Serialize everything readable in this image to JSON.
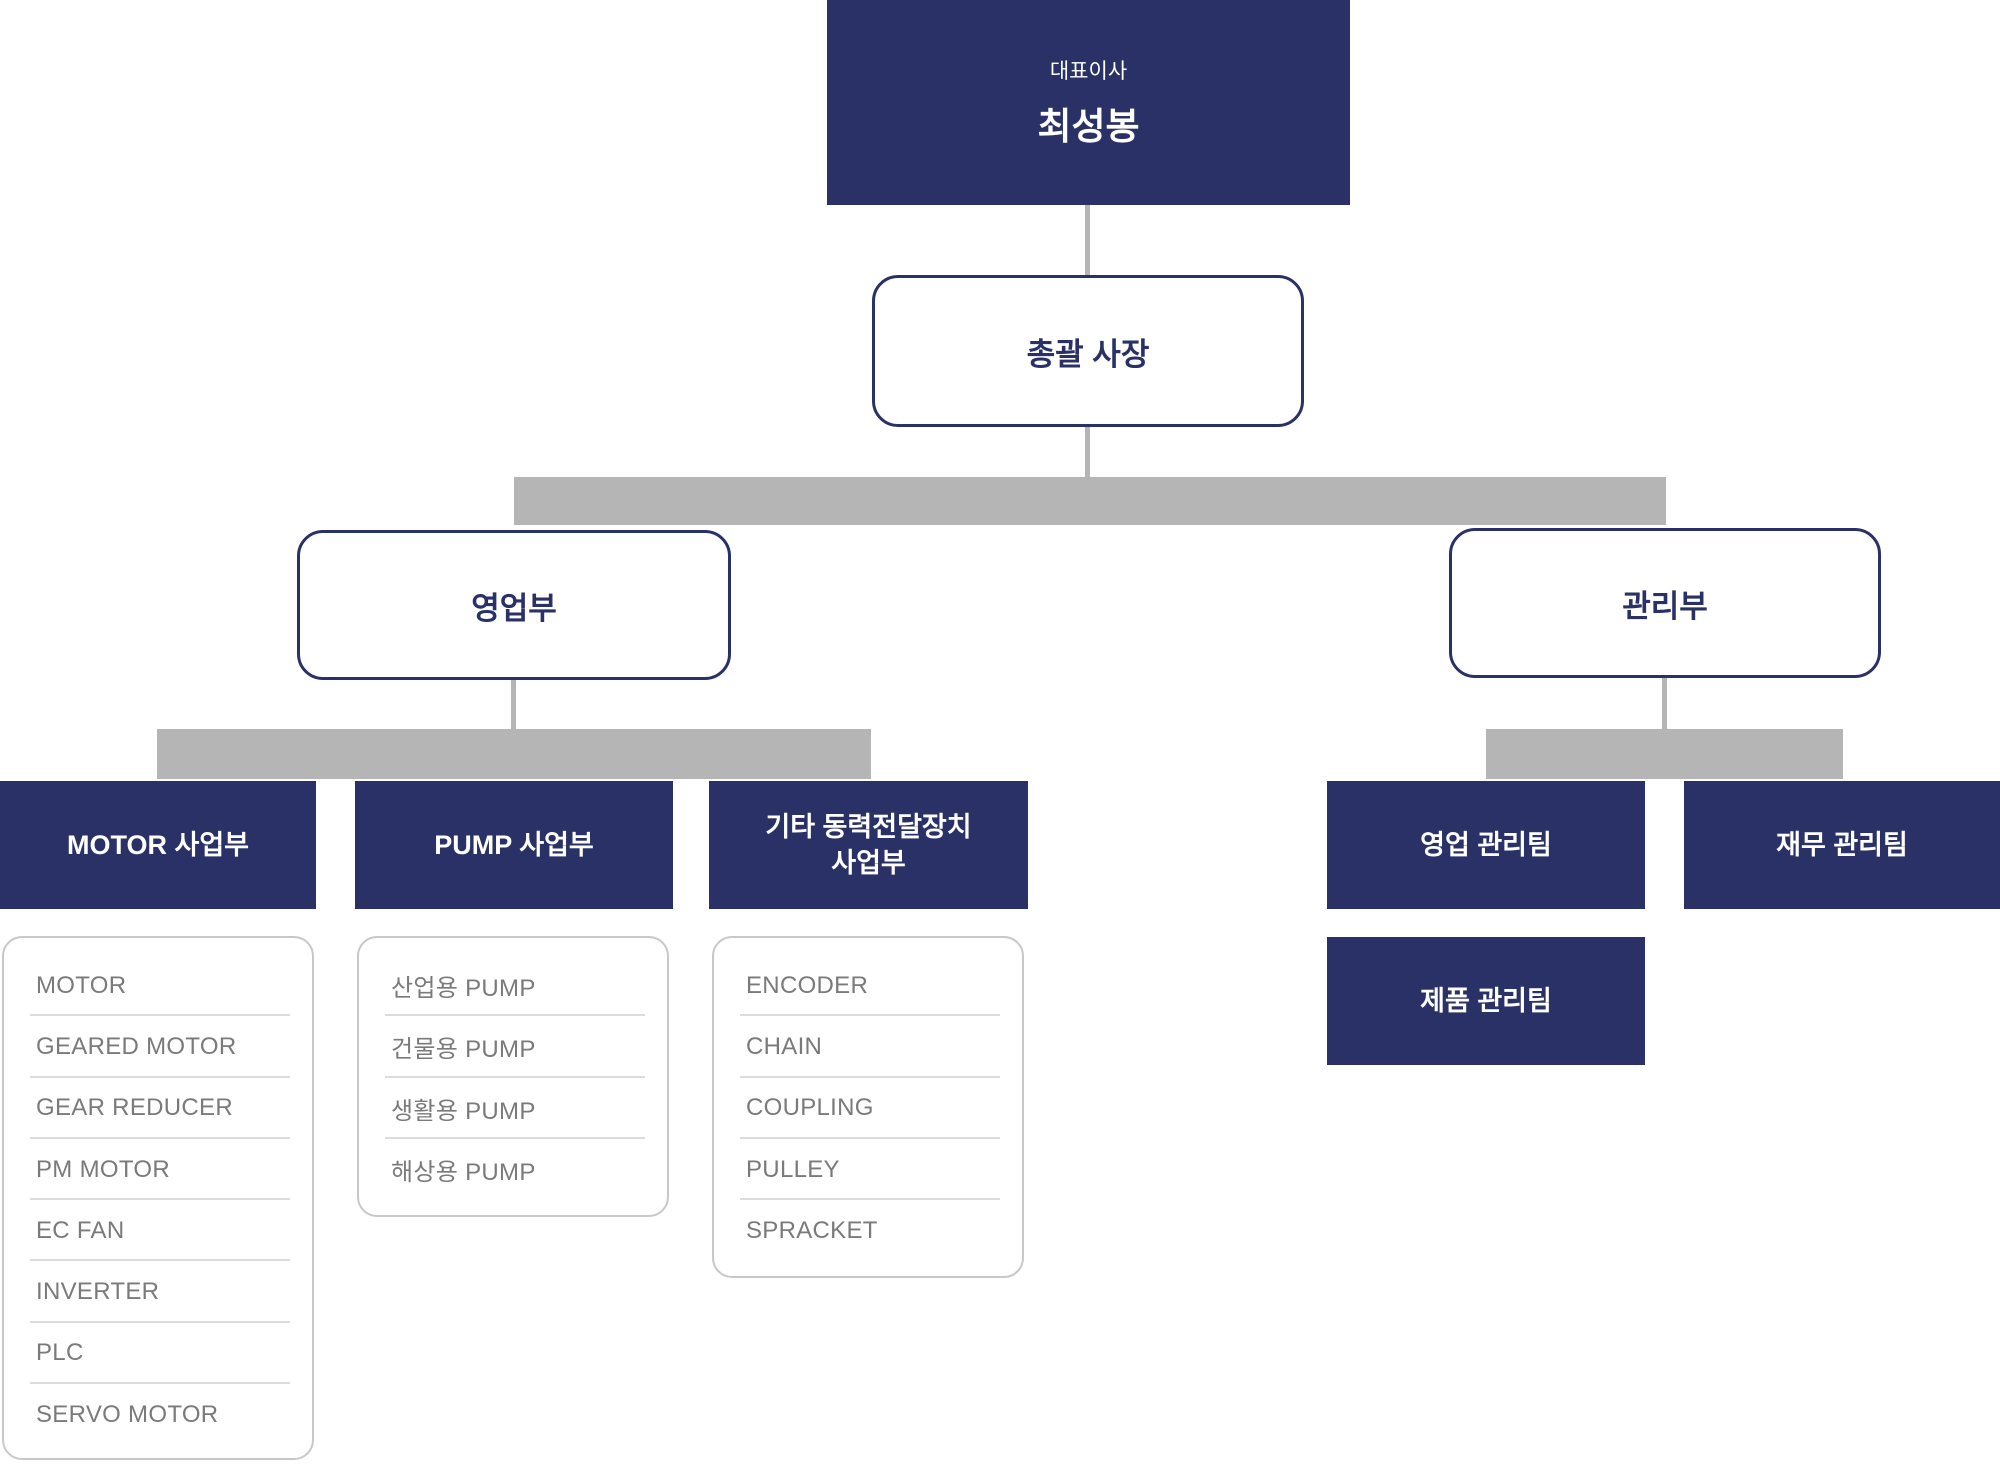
{
  "colors": {
    "navy": "#293166",
    "bar-gray": "#b5b5b5",
    "list-text": "#7a7a7a",
    "list-border": "#c8c8c8",
    "separator": "#dcdcdc"
  },
  "chart": {
    "ceo": {
      "title": "대표이사",
      "name": "최성봉"
    },
    "president": {
      "label": "총괄 사장"
    },
    "departments": {
      "sales": {
        "label": "영업부"
      },
      "admin": {
        "label": "관리부"
      }
    },
    "divisions": {
      "motor": {
        "label": "MOTOR 사업부",
        "products": [
          "MOTOR",
          "GEARED MOTOR",
          "GEAR REDUCER",
          "PM MOTOR",
          "EC FAN",
          "INVERTER",
          "PLC",
          "SERVO MOTOR"
        ]
      },
      "pump": {
        "label": "PUMP 사업부",
        "products": [
          "산업용 PUMP",
          "건물용 PUMP",
          "생활용 PUMP",
          "해상용 PUMP"
        ]
      },
      "power_transmission": {
        "label": "기타 동력전달장치 사업부",
        "label_line1": "기타 동력전달장치",
        "label_line2": "사업부",
        "products": [
          "ENCODER",
          "CHAIN",
          "COUPLING",
          "PULLEY",
          "SPRACKET"
        ]
      }
    },
    "teams": {
      "sales_management": {
        "label": "영업 관리팀"
      },
      "finance_management": {
        "label": "재무 관리팀"
      },
      "product_management": {
        "label": "제품 관리팀"
      }
    }
  }
}
